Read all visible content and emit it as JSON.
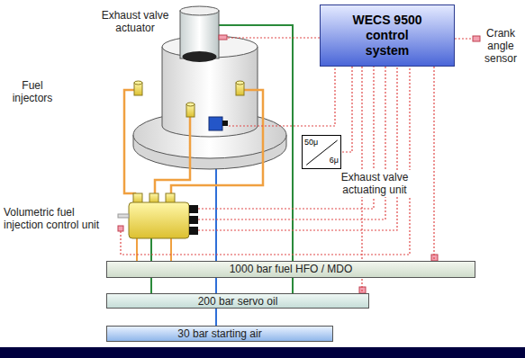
{
  "diagram": {
    "nodes": [
      {
        "text": [
          "WECS 9500 control system"
        ]
      },
      {
        "text": [
          "50μ",
          "6μ"
        ]
      },
      {
        "text": [
          "1000 bar fuel HFO / MDO"
        ]
      },
      {
        "text": [
          "200 bar servo oil"
        ]
      },
      {
        "text": [
          "30 bar starting air"
        ]
      }
    ],
    "edges": [
      {
        "from": 0,
        "to": 1,
        "arrow": "none"
      },
      {
        "from": 0,
        "to": 2,
        "arrow": "none"
      },
      {
        "from": 0,
        "to": 3,
        "arrow": "none"
      }
    ],
    "labels": [
      "Exhaust valve actuator",
      "Crank angle sensor",
      "Fuel injectors",
      "Exhaust valve actuating unit",
      "Volumetric fuel injection control unit"
    ]
  }
}
